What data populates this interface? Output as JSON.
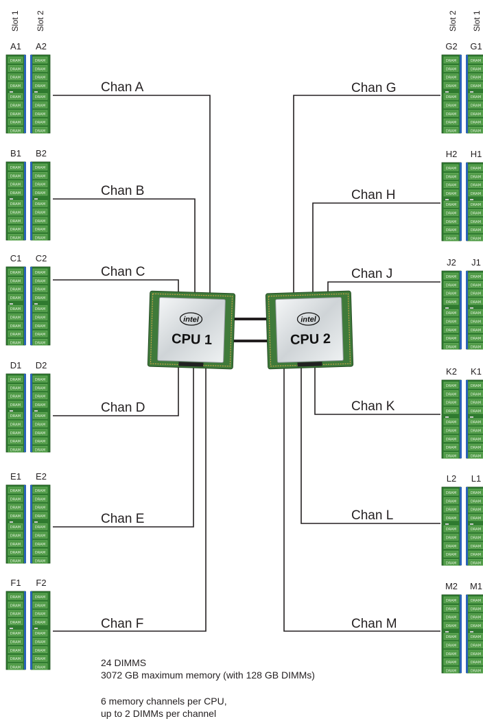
{
  "header": {
    "left_slots": [
      "Slot 1",
      "Slot 2"
    ],
    "right_slots": [
      "Slot 2",
      "Slot 1"
    ]
  },
  "cpus": [
    {
      "logo": "intel",
      "label": "CPU 1"
    },
    {
      "logo": "intel",
      "label": "CPU 2"
    }
  ],
  "dram_chip_label": "DRAM",
  "left_channels": [
    {
      "name": "Chan A",
      "dimms": [
        "A1",
        "A2"
      ]
    },
    {
      "name": "Chan B",
      "dimms": [
        "B1",
        "B2"
      ]
    },
    {
      "name": "Chan C",
      "dimms": [
        "C1",
        "C2"
      ]
    },
    {
      "name": "Chan D",
      "dimms": [
        "D1",
        "D2"
      ]
    },
    {
      "name": "Chan E",
      "dimms": [
        "E1",
        "E2"
      ]
    },
    {
      "name": "Chan F",
      "dimms": [
        "F1",
        "F2"
      ]
    }
  ],
  "right_channels": [
    {
      "name": "Chan G",
      "dimms": [
        "G2",
        "G1"
      ]
    },
    {
      "name": "Chan H",
      "dimms": [
        "H2",
        "H1"
      ]
    },
    {
      "name": "Chan J",
      "dimms": [
        "J2",
        "J1"
      ]
    },
    {
      "name": "Chan K",
      "dimms": [
        "K2",
        "K1"
      ]
    },
    {
      "name": "Chan L",
      "dimms": [
        "L2",
        "L1"
      ]
    },
    {
      "name": "Chan M",
      "dimms": [
        "M2",
        "M1"
      ]
    }
  ],
  "notes": {
    "line1": "24 DIMMS",
    "line2": "3072 GB maximum memory (with 128 GB DIMMs)",
    "line3": "6 memory channels per CPU,",
    "line4": "up to 2 DIMMs per channel"
  },
  "colors": {
    "dimm_pcb": "#2f7a2f",
    "dram_chip": "#4f9a46",
    "dimm_edge_blue": "#2b63b8",
    "wire": "#231f20",
    "cpu_heatspreader": "#dfe3e5",
    "cpu_substrate": "#3f7a3a"
  }
}
